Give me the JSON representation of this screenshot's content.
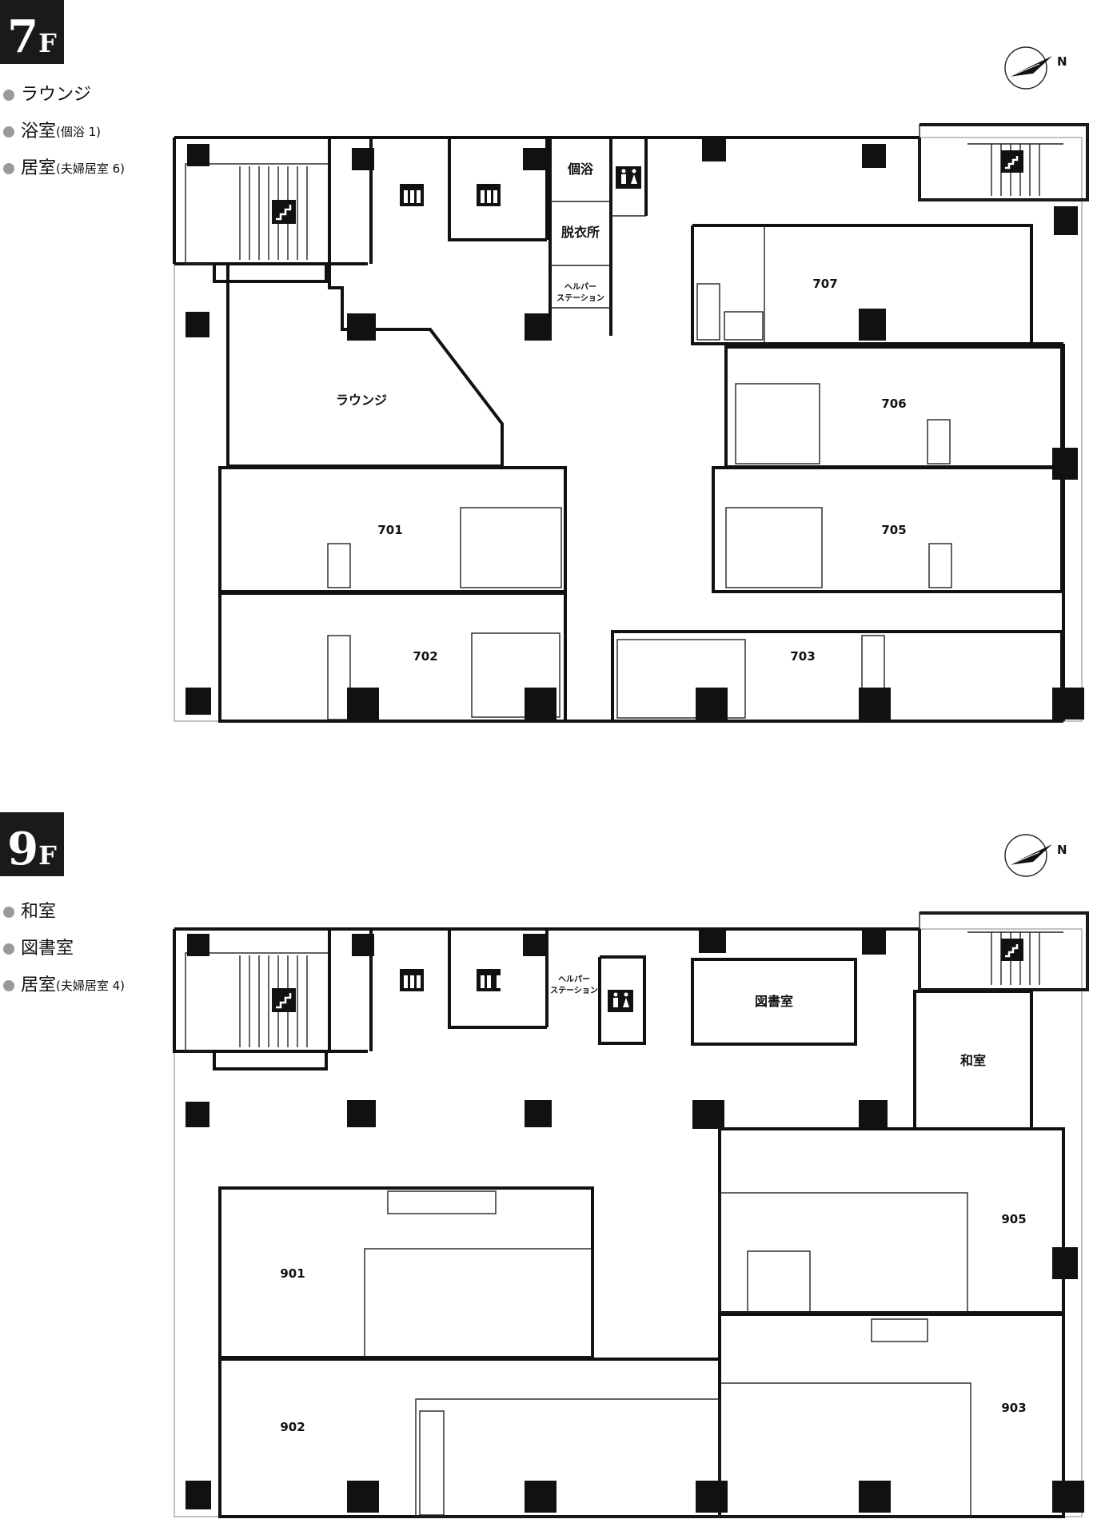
{
  "floors": [
    {
      "badge_num": "7",
      "badge_suffix": "F",
      "legend": [
        {
          "label": "ラウンジ",
          "note": ""
        },
        {
          "label": "浴室",
          "note": "(個浴 1)"
        },
        {
          "label": "居室",
          "note": "(夫婦居室 6)"
        }
      ],
      "rooms": {
        "lounge": "ラウンジ",
        "bath": "個浴",
        "dressing": "脱衣所",
        "helper_1": "ヘルパー",
        "helper_2": "ステーション",
        "r707": "707",
        "r706": "706",
        "r705": "705",
        "r701": "701",
        "r702": "702",
        "r703": "703"
      }
    },
    {
      "badge_num": "9",
      "badge_suffix": "F",
      "legend": [
        {
          "label": "和室",
          "note": ""
        },
        {
          "label": "図書室",
          "note": ""
        },
        {
          "label": "居室",
          "note": "(夫婦居室 4)"
        }
      ],
      "rooms": {
        "library": "図書室",
        "washitsu": "和室",
        "helper_1": "ヘルパー",
        "helper_2": "ステーション",
        "r905": "905",
        "r901": "901",
        "r902": "902",
        "r903": "903"
      }
    }
  ],
  "icons": {
    "compass": "north-arrow-icon",
    "stairs": "stairs-icon",
    "elevator": "elevator-icon",
    "restroom": "restroom-icon"
  },
  "compass_letter": "N"
}
